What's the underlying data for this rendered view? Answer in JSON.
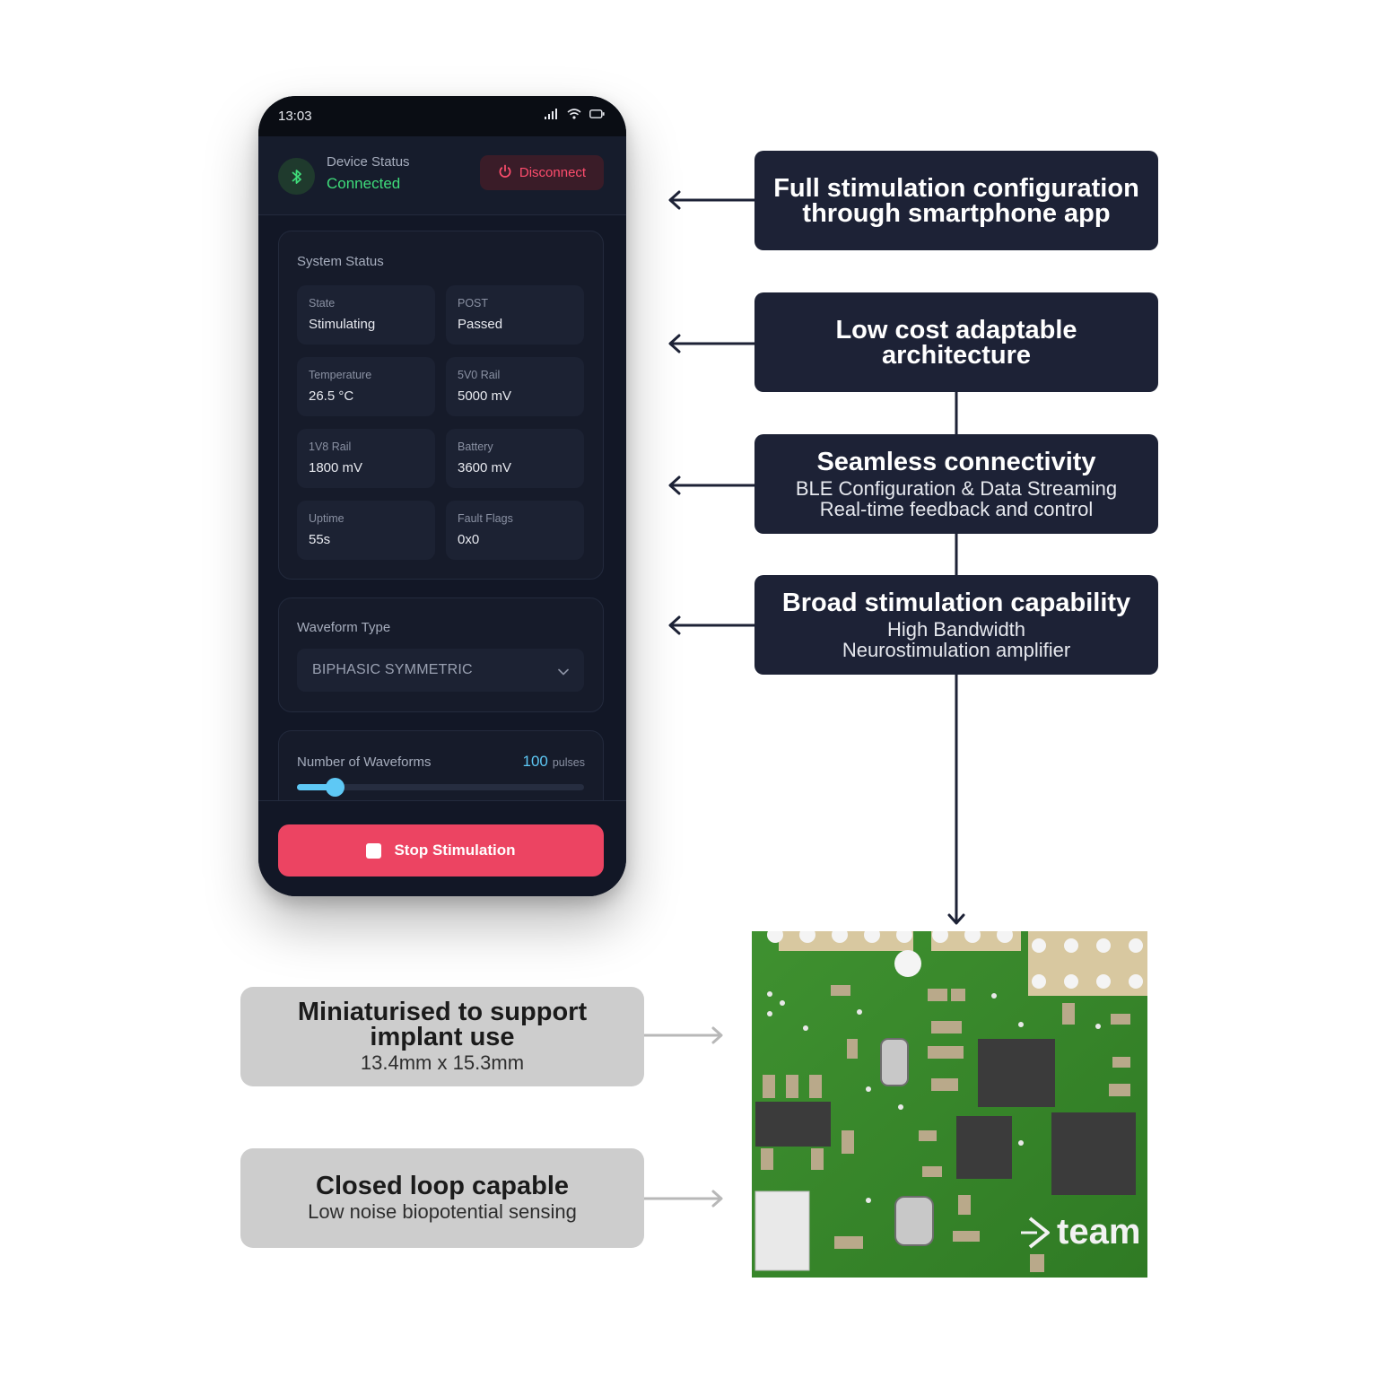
{
  "phone": {
    "status_bar": {
      "time": "13:03"
    },
    "header": {
      "device_status_label": "Device Status",
      "device_status_value": "Connected",
      "disconnect_label": "Disconnect"
    },
    "system_status": {
      "title": "System Status",
      "tiles": [
        {
          "label": "State",
          "value": "Stimulating"
        },
        {
          "label": "POST",
          "value": "Passed"
        },
        {
          "label": "Temperature",
          "value": "26.5 °C"
        },
        {
          "label": "5V0 Rail",
          "value": "5000 mV"
        },
        {
          "label": "1V8 Rail",
          "value": "1800 mV"
        },
        {
          "label": "Battery",
          "value": "3600 mV"
        },
        {
          "label": "Uptime",
          "value": "55s"
        },
        {
          "label": "Fault Flags",
          "value": "0x0"
        }
      ]
    },
    "waveform_type": {
      "title": "Waveform Type",
      "selected": "BIPHASIC SYMMETRIC"
    },
    "waveform_count": {
      "title": "Number of Waveforms",
      "value": "100",
      "unit": "pulses",
      "slider_fraction": 0.13
    },
    "stop_label": "Stop Stimulation"
  },
  "callouts": [
    {
      "title": "Full stimulation configuration through smartphone app"
    },
    {
      "title": "Low cost adaptable architecture"
    },
    {
      "title": "Seamless connectivity",
      "lines": [
        "BLE Configuration & Data Streaming",
        "Real-time feedback and control"
      ]
    },
    {
      "title": "Broad stimulation capability",
      "lines": [
        "High Bandwidth",
        "Neurostimulation amplifier"
      ]
    }
  ],
  "grey_callouts": [
    {
      "title": "Miniaturised to support implant use",
      "sub": "13.4mm x 15.3mm"
    },
    {
      "title": "Closed loop capable",
      "sub": "Low noise biopotential sensing"
    }
  ],
  "pcb": {
    "logo_text": "team"
  },
  "colors": {
    "phone_bg": "#121726",
    "connected_green": "#3fdc7a",
    "disconnect_red": "#ff4d6d",
    "accent_blue": "#5ec8f5",
    "stop_red": "#ec4462",
    "callout_navy": "#1d2236",
    "callout_grey": "#cdcdcd",
    "pcb_green": "#3a8a2c"
  }
}
